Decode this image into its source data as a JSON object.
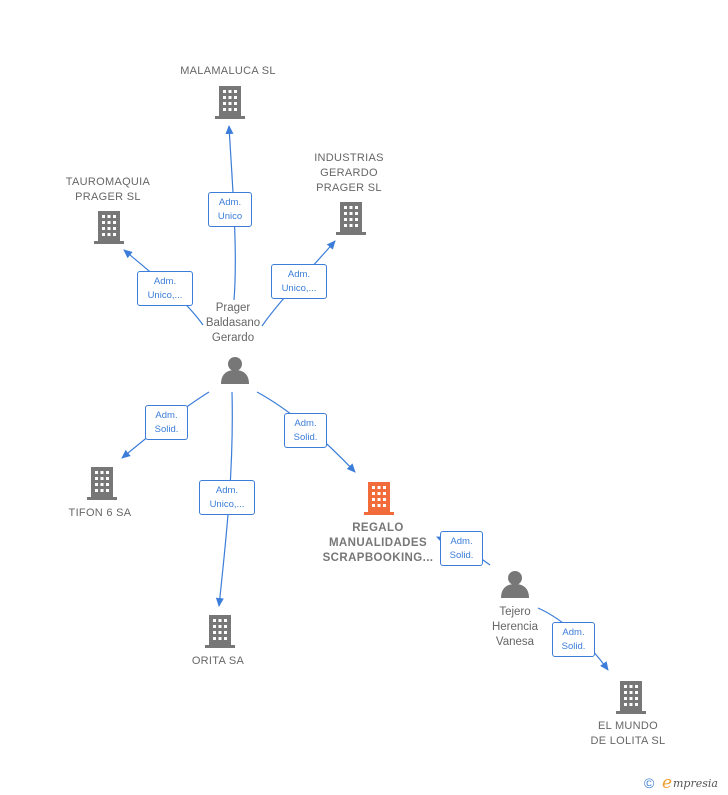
{
  "colors": {
    "edge": "#3b7dd8",
    "company": "#777777",
    "main_company": "#f26b3a",
    "person": "#777777"
  },
  "nodes": {
    "malamaluca": {
      "label": "MALAMALUCA SL",
      "icon": "building-icon"
    },
    "tauromaquia": {
      "label": "TAUROMAQUIA\nPRAGER SL",
      "icon": "building-icon"
    },
    "industrias": {
      "label": "INDUSTRIAS\nGERARDO\nPRAGER SL",
      "icon": "building-icon"
    },
    "prager": {
      "label": "Prager\nBaldasano\nGerardo",
      "icon": "person-icon"
    },
    "tifon": {
      "label": "TIFON 6 SA",
      "icon": "building-icon"
    },
    "orita": {
      "label": "ORITA SA",
      "icon": "building-icon"
    },
    "regalo": {
      "label": "REGALO\nMANUALIDADES\nSCRAPBOOKING...",
      "icon": "building-icon"
    },
    "tejero": {
      "label": "Tejero\nHerencia\nVanesa",
      "icon": "person-icon"
    },
    "elmundo": {
      "label": "EL MUNDO\nDE LOLITA  SL",
      "icon": "building-icon"
    }
  },
  "edges": {
    "to_malamaluca": "Adm.\nUnico",
    "to_tauromaquia": "Adm.\nUnico,...",
    "to_industrias": "Adm.\nUnico,...",
    "to_tifon": "Adm.\nSolid.",
    "to_orita": "Adm.\nUnico,...",
    "to_regalo": "Adm.\nSolid.",
    "tejero_to_regalo": "Adm.\nSolid.",
    "tejero_to_elmundo": "Adm.\nSolid."
  },
  "brand": {
    "copyright": "©",
    "e": "e",
    "rest": "mpresia"
  }
}
